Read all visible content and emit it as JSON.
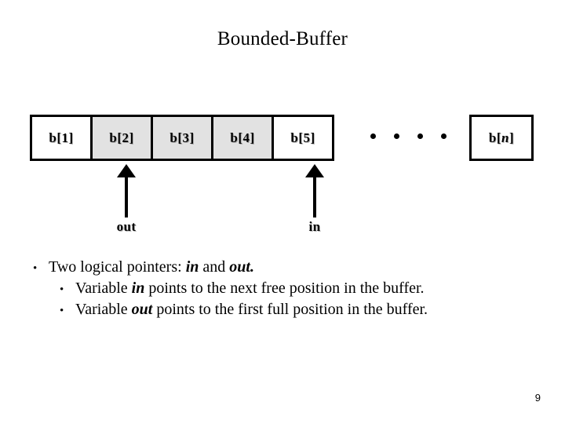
{
  "slide": {
    "title": "Bounded-Buffer",
    "page_number": "9",
    "background_color": "#ffffff",
    "text_color": "#000000"
  },
  "diagram": {
    "name": "bounded-buffer-array",
    "shaded_color": "#e2e2e2",
    "empty_color": "#ffffff",
    "border_color": "#000000",
    "cells": [
      {
        "label": "b[1]",
        "index": "1",
        "filled": false
      },
      {
        "label": "b[2]",
        "index": "2",
        "filled": true
      },
      {
        "label": "b[3]",
        "index": "3",
        "filled": true
      },
      {
        "label": "b[4]",
        "index": "4",
        "filled": true
      },
      {
        "label": "b[5]",
        "index": "5",
        "filled": false
      }
    ],
    "ellipsis_dots": 4,
    "tail_cell": {
      "label_prefix": "b[",
      "label_italic": "n",
      "label_suffix": "]",
      "filled": false
    },
    "pointers": [
      {
        "label": "out",
        "points_to_cell": "b[2]"
      },
      {
        "label": "in",
        "points_to_cell": "b[5]"
      }
    ]
  },
  "bullets": [
    {
      "level": 1,
      "marker": "•",
      "parts": [
        {
          "text": "Two logical pointers: ",
          "emphasis": false
        },
        {
          "text": "in",
          "emphasis": true
        },
        {
          "text": " and ",
          "emphasis": false
        },
        {
          "text": "out.",
          "emphasis": true
        }
      ]
    },
    {
      "level": 2,
      "marker": "•",
      "parts": [
        {
          "text": "Variable ",
          "emphasis": false
        },
        {
          "text": "in",
          "emphasis": true
        },
        {
          "text": " points to the next free position in the buffer.",
          "emphasis": false
        }
      ]
    },
    {
      "level": 2,
      "marker": "•",
      "parts": [
        {
          "text": "Variable ",
          "emphasis": false
        },
        {
          "text": "out",
          "emphasis": true
        },
        {
          "text": " points to the first full position in the buffer.",
          "emphasis": false
        }
      ]
    }
  ]
}
